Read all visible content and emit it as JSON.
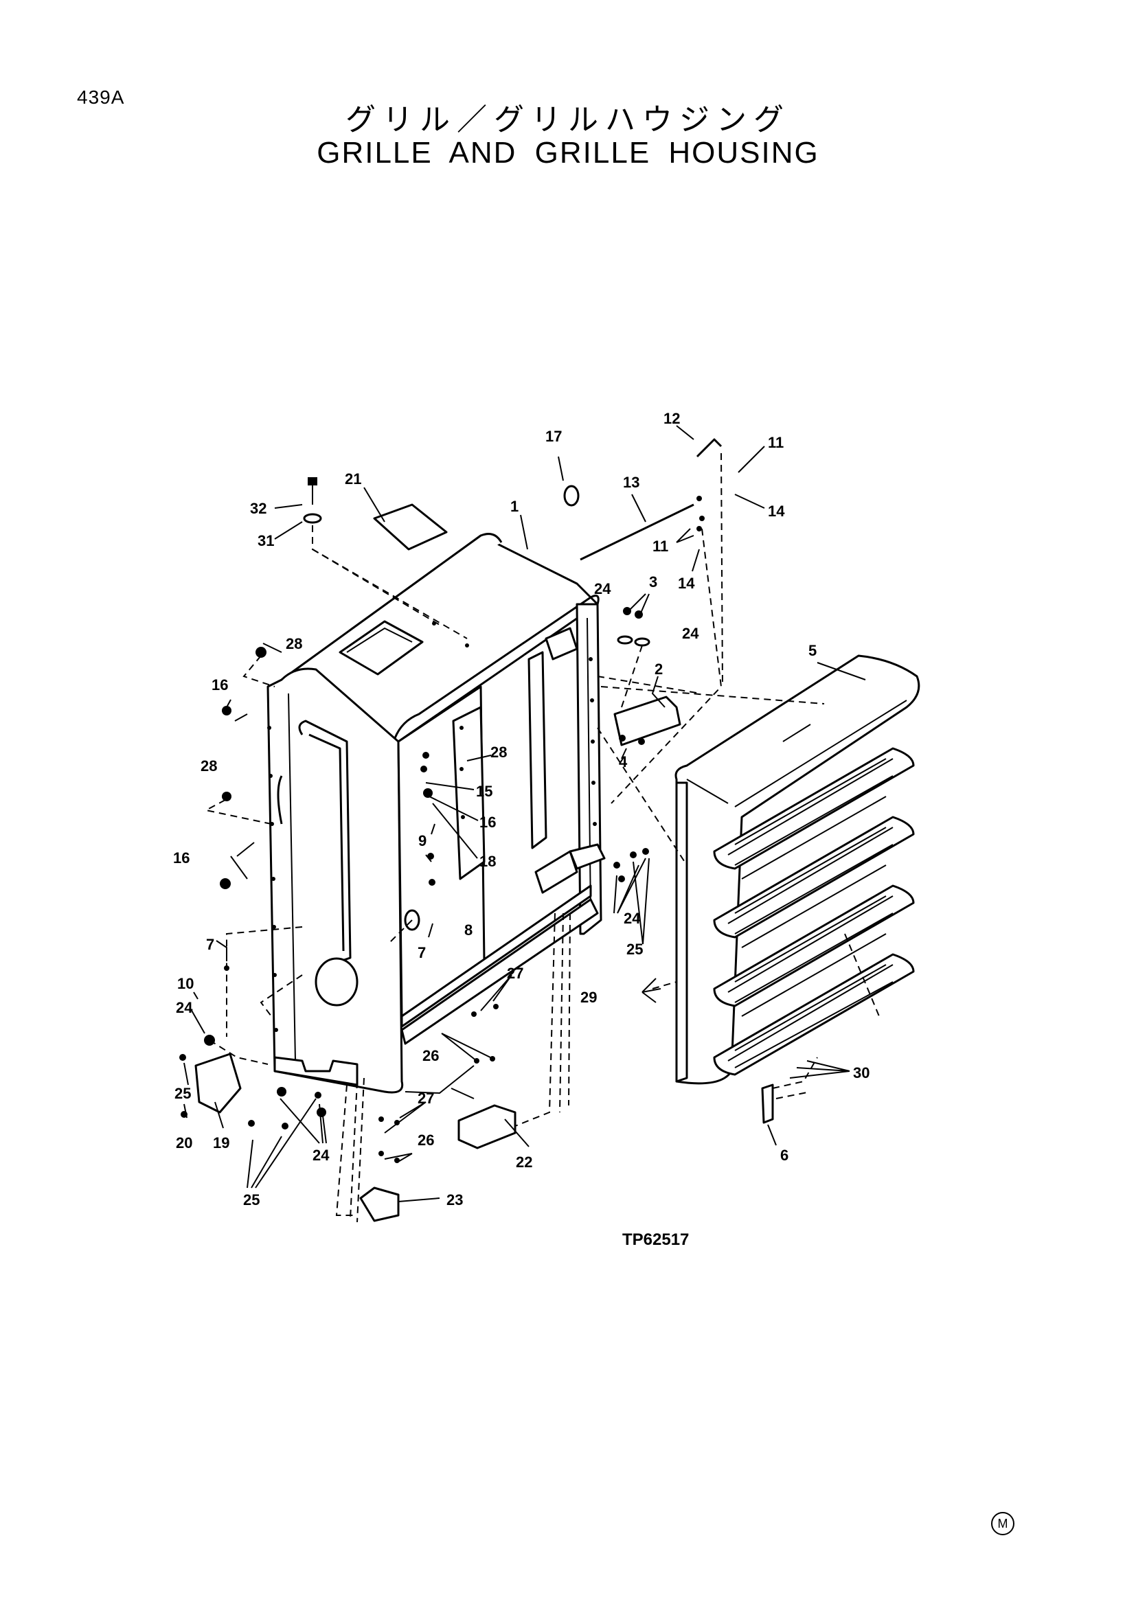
{
  "page_code": "439A",
  "title_jp": "グリル／グリルハウジング",
  "title_en": "GRILLE AND GRILLE HOUSING",
  "figure_code": "TP62517",
  "corner_mark": "M",
  "callouts": {
    "c1": "1",
    "c2": "2",
    "c3": "3",
    "c4": "4",
    "c5": "5",
    "c6": "6",
    "c7a": "7",
    "c7b": "7",
    "c8": "8",
    "c9": "9",
    "c10": "10",
    "c11a": "11",
    "c11b": "11",
    "c12": "12",
    "c13": "13",
    "c14a": "14",
    "c14b": "14",
    "c15": "15",
    "c16a": "16",
    "c16b": "16",
    "c16c": "16",
    "c17": "17",
    "c18": "18",
    "c19": "19",
    "c20": "20",
    "c21": "21",
    "c22": "22",
    "c23": "23",
    "c24a": "24",
    "c24b": "24",
    "c24c": "24",
    "c24d": "24",
    "c24e": "24",
    "c25a": "25",
    "c25b": "25",
    "c25c": "25",
    "c26a": "26",
    "c26b": "26",
    "c27a": "27",
    "c27b": "27",
    "c28a": "28",
    "c28b": "28",
    "c28c": "28",
    "c29": "29",
    "c30": "30",
    "c31": "31",
    "c32": "32"
  }
}
